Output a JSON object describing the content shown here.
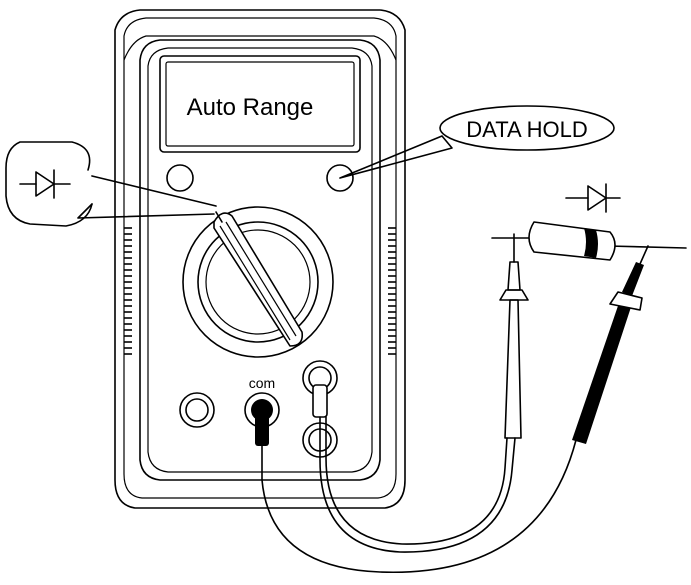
{
  "display": {
    "text": "Auto Range"
  },
  "callout": {
    "text": "DATA HOLD"
  },
  "jack": {
    "com_label": "com"
  },
  "symbols": [
    "diode-icon"
  ],
  "colors": {
    "line": "#000000",
    "background": "#ffffff",
    "black_probe": "#000000",
    "red_probe": "#ffffff"
  }
}
